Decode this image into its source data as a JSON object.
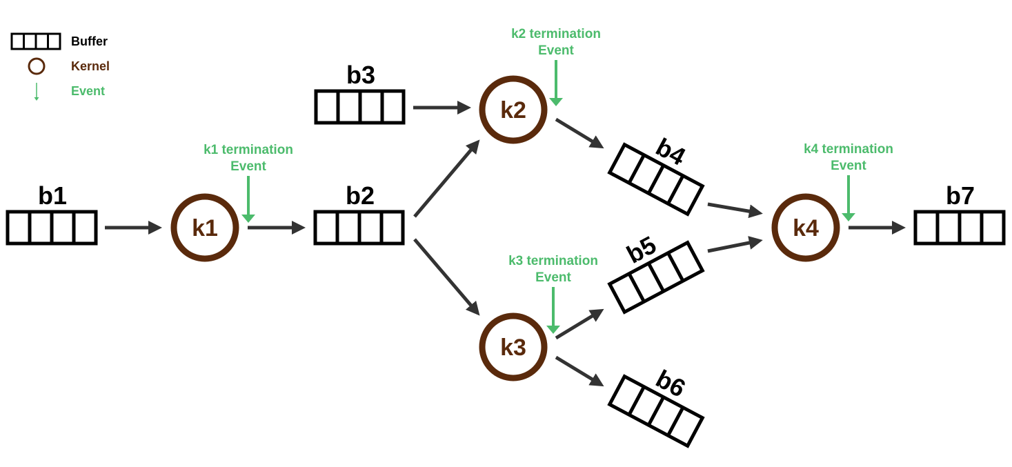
{
  "colors": {
    "buffer": "#000000",
    "kernel": "#5a2a0c",
    "event": "#4cbb6c",
    "arrow": "#333333"
  },
  "legend": {
    "buffer_label": "Buffer",
    "kernel_label": "Kernel",
    "event_label": "Event"
  },
  "buffers": {
    "b1": "b1",
    "b2": "b2",
    "b3": "b3",
    "b4": "b4",
    "b5": "b5",
    "b6": "b6",
    "b7": "b7"
  },
  "kernels": {
    "k1": "k1",
    "k2": "k2",
    "k3": "k3",
    "k4": "k4"
  },
  "events": {
    "k1": {
      "line1": "k1 termination",
      "line2": "Event"
    },
    "k2": {
      "line1": "k2 termination",
      "line2": "Event"
    },
    "k3": {
      "line1": "k3 termination",
      "line2": "Event"
    },
    "k4": {
      "line1": "k4 termination",
      "line2": "Event"
    }
  }
}
